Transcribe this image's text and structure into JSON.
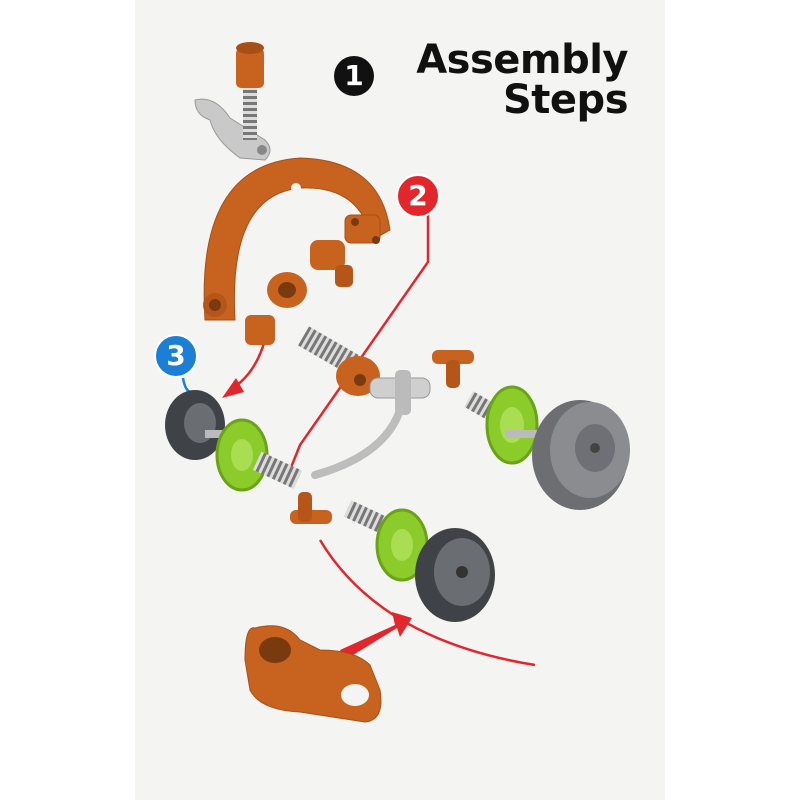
{
  "title": {
    "line1": "Assembly",
    "line2": "Steps"
  },
  "steps": [
    {
      "number": "1",
      "color": "#111111"
    },
    {
      "number": "2",
      "color": "#e3262b"
    },
    {
      "number": "3",
      "color": "#1b7fd6"
    }
  ],
  "colors": {
    "orange": "#c8621f",
    "green": "#8ccc2a",
    "dark_wheel": "#4a4d52",
    "light_gray": "#c8c8c8",
    "arrow": "#e3262b"
  }
}
